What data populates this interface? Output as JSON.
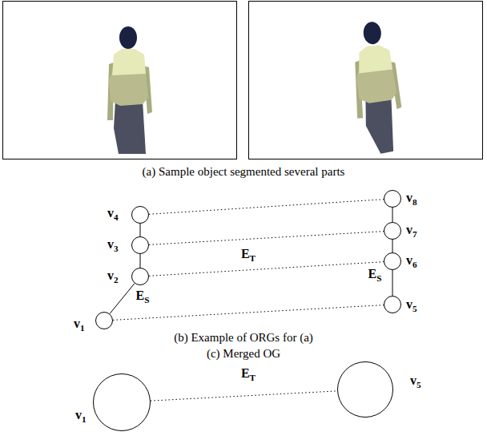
{
  "diagram": {
    "nodes": [
      {
        "text": [
          "v4"
        ]
      },
      {
        "text": [
          "v3"
        ]
      },
      {
        "text": [
          "v2"
        ]
      },
      {
        "text": [
          "v1"
        ]
      },
      {
        "text": [
          "v8"
        ]
      },
      {
        "text": [
          "v7"
        ]
      },
      {
        "text": [
          "v6"
        ]
      },
      {
        "text": [
          "v5"
        ]
      },
      {
        "text": [
          "v1"
        ]
      },
      {
        "text": [
          "v5"
        ]
      }
    ],
    "edges": [
      {
        "from": 3,
        "to": 2,
        "arrow": "none"
      },
      {
        "from": 2,
        "to": 1,
        "arrow": "none"
      },
      {
        "from": 1,
        "to": 0,
        "arrow": "none"
      },
      {
        "from": 7,
        "to": 6,
        "arrow": "none"
      },
      {
        "from": 6,
        "to": 5,
        "arrow": "none"
      },
      {
        "from": 5,
        "to": 4,
        "arrow": "none"
      },
      {
        "from": 0,
        "to": 4,
        "arrow": "none"
      },
      {
        "from": 1,
        "to": 5,
        "arrow": "none"
      },
      {
        "from": 2,
        "to": 6,
        "arrow": "none"
      },
      {
        "from": 3,
        "to": 7,
        "arrow": "none"
      },
      {
        "from": 8,
        "to": 9,
        "arrow": "none"
      }
    ],
    "labels": [
      "(a) Sample object segmented several parts",
      "ET",
      "ES",
      "ES",
      "(b) Example of ORGs for (a)",
      "(c) Merged OG",
      "ET"
    ]
  }
}
